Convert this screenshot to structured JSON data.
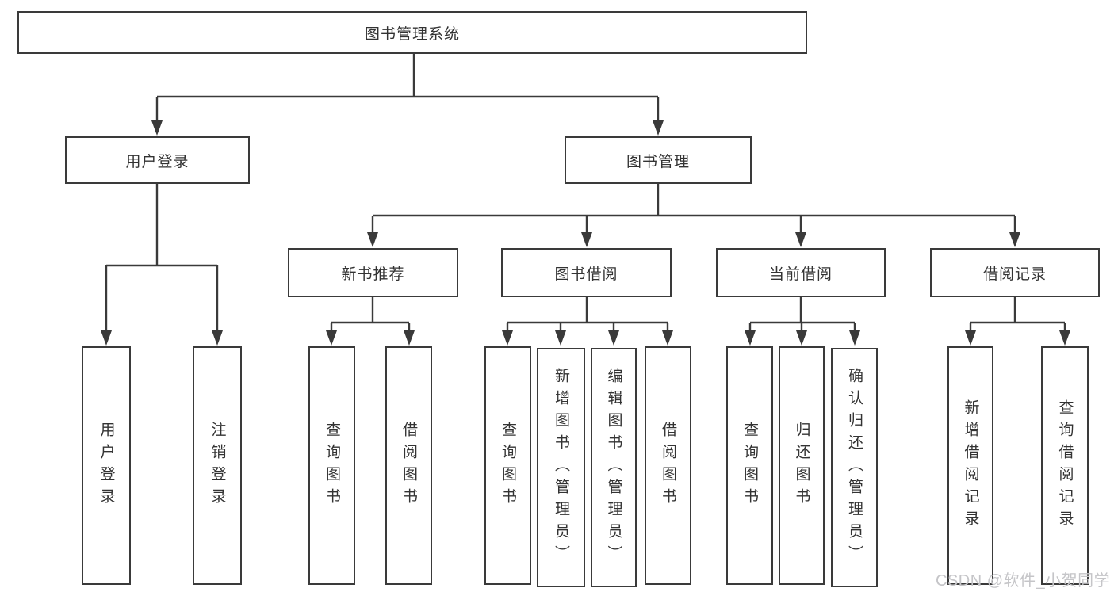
{
  "diagram": {
    "root": {
      "label": "图书管理系统"
    },
    "branches": [
      {
        "label": "用户登录",
        "children": [
          {
            "label": "用户登录"
          },
          {
            "label": "注销登录"
          }
        ]
      },
      {
        "label": "图书管理",
        "children": [
          {
            "label": "新书推荐",
            "children": [
              {
                "label": "查询图书"
              },
              {
                "label": "借阅图书"
              }
            ]
          },
          {
            "label": "图书借阅",
            "children": [
              {
                "label": "查询图书"
              },
              {
                "label": "新增图书（管理员）"
              },
              {
                "label": "编辑图书（管理员）"
              },
              {
                "label": "借阅图书"
              }
            ]
          },
          {
            "label": "当前借阅",
            "children": [
              {
                "label": "查询图书"
              },
              {
                "label": "归还图书"
              },
              {
                "label": "确认归还（管理员）"
              }
            ]
          },
          {
            "label": "借阅记录",
            "children": [
              {
                "label": "新增借阅记录"
              },
              {
                "label": "查询借阅记录"
              }
            ]
          }
        ]
      }
    ]
  },
  "watermark": {
    "text": "CSDN @软件_小贺同学"
  },
  "colors": {
    "line": "#3a3a3a",
    "text": "#333333",
    "box_background": "#ffffff",
    "watermark": "#c5c5c8"
  }
}
